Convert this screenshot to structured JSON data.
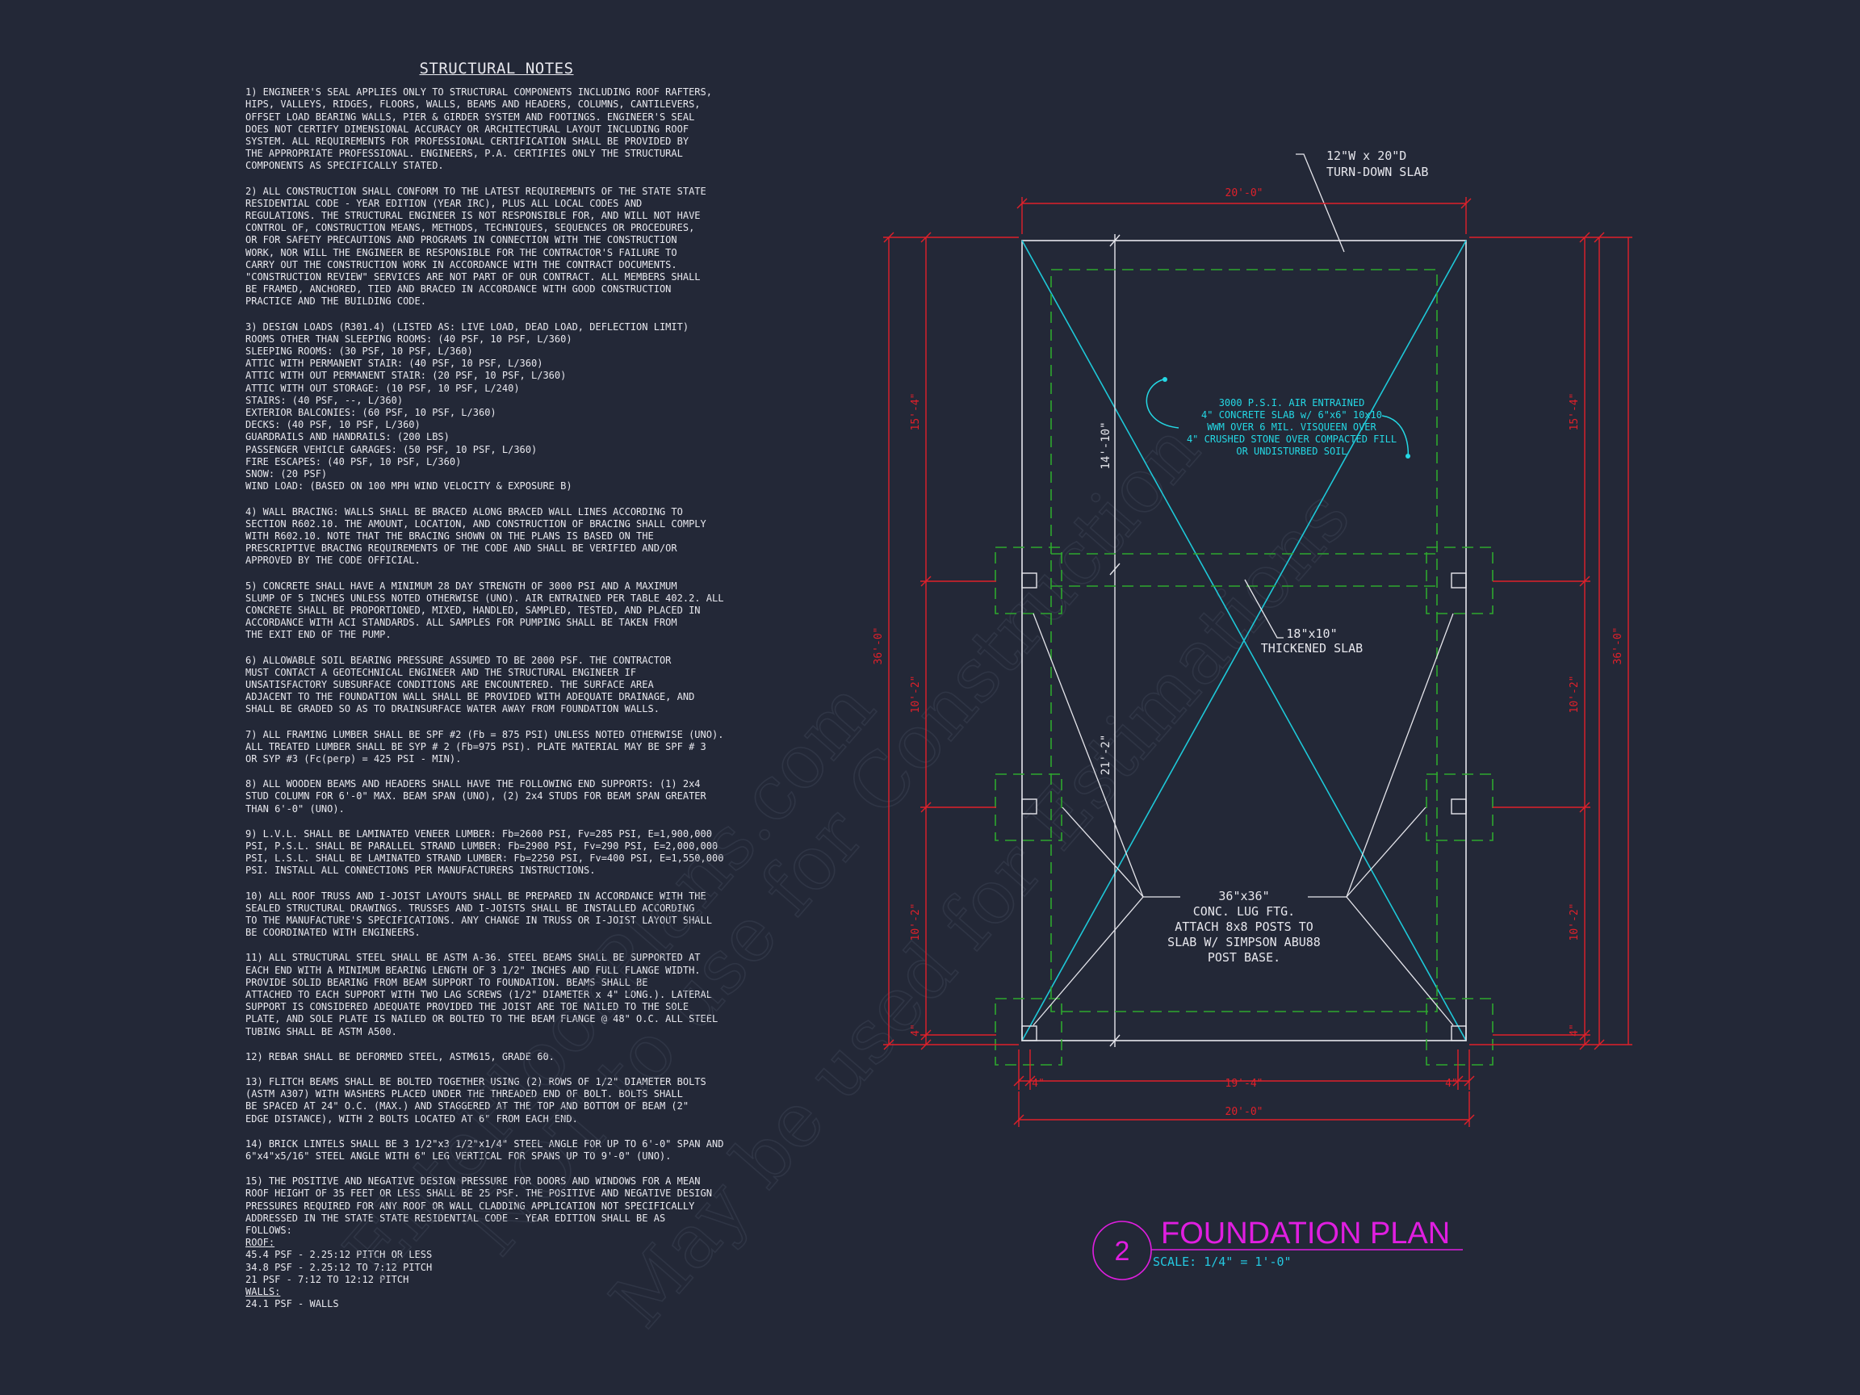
{
  "colors": {
    "background": "#232837",
    "text": "#e8e8ee",
    "dimension": "#e0202a",
    "footing": "#2ea82e",
    "diagonal": "#1ec8d8",
    "slab_note": "#24d8e4",
    "title": "#e01ee0",
    "scale": "#24c8e0"
  },
  "notes": {
    "title": "STRUCTURAL NOTES",
    "items": [
      {
        "lines": [
          "1) ENGINEER'S SEAL APPLIES ONLY TO STRUCTURAL COMPONENTS INCLUDING ROOF RAFTERS,",
          "HIPS, VALLEYS, RIDGES, FLOORS, WALLS, BEAMS AND HEADERS, COLUMNS, CANTILEVERS,",
          "OFFSET LOAD BEARING WALLS, PIER & GIRDER SYSTEM AND FOOTINGS.  ENGINEER'S SEAL",
          "DOES NOT CERTIFY DIMENSIONAL ACCURACY OR ARCHITECTURAL LAYOUT INCLUDING ROOF",
          "SYSTEM. ALL REQUIREMENTS FOR PROFESSIONAL CERTIFICATION SHALL BE PROVIDED BY",
          "THE APPROPRIATE PROFESSIONAL.  ENGINEERS, P.A. CERTIFIES ONLY THE STRUCTURAL",
          "COMPONENTS AS SPECIFICALLY STATED."
        ]
      },
      {
        "lines": [
          "2) ALL CONSTRUCTION SHALL CONFORM TO THE LATEST REQUIREMENTS OF THE STATE STATE",
          "RESIDENTIAL CODE - YEAR EDITION (YEAR IRC), PLUS ALL LOCAL CODES AND",
          "REGULATIONS. THE STRUCTURAL ENGINEER IS NOT RESPONSIBLE FOR, AND WILL NOT HAVE",
          "CONTROL OF, CONSTRUCTION MEANS, METHODS, TECHNIQUES, SEQUENCES OR PROCEDURES,",
          "OR FOR SAFETY PRECAUTIONS AND PROGRAMS IN CONNECTION WITH THE CONSTRUCTION",
          "WORK, NOR WILL THE ENGINEER BE RESPONSIBLE FOR THE CONTRACTOR'S FAILURE TO",
          "CARRY OUT THE CONSTRUCTION WORK IN ACCORDANCE WITH THE CONTRACT DOCUMENTS.",
          "\"CONSTRUCTION REVIEW\" SERVICES ARE NOT PART OF OUR CONTRACT. ALL MEMBERS SHALL",
          "BE FRAMED, ANCHORED, TIED AND BRACED IN ACCORDANCE WITH GOOD CONSTRUCTION",
          "PRACTICE AND THE BUILDING CODE."
        ]
      },
      {
        "lines": [
          "3) DESIGN LOADS (R301.4) (LISTED AS: LIVE LOAD, DEAD LOAD, DEFLECTION LIMIT)",
          "ROOMS OTHER THAN SLEEPING ROOMS: (40 PSF, 10 PSF, L/360)",
          "SLEEPING ROOMS: (30 PSF, 10 PSF, L/360)",
          "ATTIC WITH PERMANENT STAIR: (40 PSF, 10 PSF, L/360)",
          "ATTIC WITH OUT PERMANENT STAIR: (20 PSF, 10 PSF, L/360)",
          "ATTIC WITH OUT STORAGE: (10 PSF, 10 PSF, L/240)",
          "STAIRS: (40 PSF, --, L/360)",
          "EXTERIOR BALCONIES: (60 PSF, 10 PSF, L/360)",
          "DECKS: (40 PSF, 10 PSF, L/360)",
          "GUARDRAILS AND HANDRAILS: (200 LBS)",
          "PASSENGER VEHICLE GARAGES: (50 PSF, 10 PSF, L/360)",
          "FIRE ESCAPES: (40 PSF, 10 PSF, L/360)",
          "SNOW: (20  PSF)",
          "WIND LOAD: (BASED ON 100 MPH WIND VELOCITY & EXPOSURE B)"
        ]
      },
      {
        "lines": [
          "4) WALL BRACING:  WALLS SHALL BE BRACED ALONG BRACED WALL LINES ACCORDING TO",
          "SECTION R602.10. THE AMOUNT, LOCATION, AND CONSTRUCTION OF BRACING SHALL COMPLY",
          "WITH R602.10. NOTE THAT THE BRACING SHOWN ON THE PLANS IS BASED ON THE",
          "PRESCRIPTIVE BRACING REQUIREMENTS OF THE CODE AND SHALL BE VERIFIED AND/OR",
          "APPROVED BY THE CODE OFFICIAL."
        ]
      },
      {
        "lines": [
          "5) CONCRETE SHALL HAVE A MINIMUM 28 DAY STRENGTH OF 3000 PSI AND A MAXIMUM",
          "SLUMP OF 5 INCHES UNLESS NOTED OTHERWISE (UNO). AIR ENTRAINED PER TABLE 402.2. ALL",
          "CONCRETE SHALL BE PROPORTIONED, MIXED, HANDLED, SAMPLED, TESTED, AND PLACED IN",
          "ACCORDANCE WITH ACI STANDARDS. ALL SAMPLES FOR PUMPING SHALL BE TAKEN FROM",
          "THE EXIT END OF THE PUMP."
        ]
      },
      {
        "lines": [
          "6) ALLOWABLE SOIL BEARING PRESSURE ASSUMED TO BE 2000 PSF. THE CONTRACTOR",
          "MUST CONTACT A GEOTECHNICAL ENGINEER AND THE STRUCTURAL ENGINEER IF",
          "UNSATISFACTORY SUBSURFACE CONDITIONS ARE ENCOUNTERED. THE SURFACE AREA",
          "ADJACENT TO THE FOUNDATION WALL SHALL BE PROVIDED WITH ADEQUATE DRAINAGE, AND",
          "SHALL BE GRADED SO AS TO DRAINSURFACE WATER AWAY FROM FOUNDATION WALLS."
        ]
      },
      {
        "lines": [
          "7) ALL FRAMING LUMBER SHALL BE SPF #2 (Fb = 875 PSI) UNLESS NOTED OTHERWISE (UNO).",
          "ALL TREATED LUMBER SHALL BE SYP # 2 (Fb=975 PSI). PLATE MATERIAL MAY BE SPF # 3",
          "OR SYP #3 (Fc(perp) = 425 PSI - MIN)."
        ]
      },
      {
        "lines": [
          "8) ALL WOODEN BEAMS AND HEADERS SHALL HAVE THE FOLLOWING END SUPPORTS: (1) 2x4",
          "STUD COLUMN FOR 6'-0\" MAX. BEAM SPAN (UNO), (2) 2x4 STUDS FOR BEAM SPAN GREATER",
          "THAN 6'-0\" (UNO)."
        ]
      },
      {
        "lines": [
          "9) L.V.L.  SHALL BE LAMINATED VENEER LUMBER: Fb=2600 PSI, Fv=285 PSI, E=1,900,000",
          "PSI, P.S.L.  SHALL BE PARALLEL STRAND LUMBER: Fb=2900 PSI, Fv=290 PSI, E=2,000,000",
          "PSI, L.S.L.  SHALL BE LAMINATED STRAND LUMBER: Fb=2250 PSI, Fv=400 PSI, E=1,550,000",
          "PSI. INSTALL ALL CONNECTIONS PER MANUFACTURERS INSTRUCTIONS."
        ]
      },
      {
        "lines": [
          "10) ALL ROOF TRUSS AND I-JOIST LAYOUTS SHALL BE PREPARED IN ACCORDANCE WITH THE",
          "SEALED STRUCTURAL DRAWINGS. TRUSSES AND I-JOISTS SHALL BE INSTALLED ACCORDING",
          "TO THE MANUFACTURE'S SPECIFICATIONS. ANY CHANGE IN TRUSS OR I-JOIST LAYOUT SHALL",
          "BE COORDINATED WITH  ENGINEERS."
        ]
      },
      {
        "lines": [
          "11) ALL STRUCTURAL STEEL SHALL BE ASTM A-36. STEEL BEAMS SHALL BE SUPPORTED AT",
          "EACH END WITH A MINIMUM BEARING LENGTH OF 3 1/2\" INCHES AND FULL FLANGE WIDTH.",
          "PROVIDE SOLID BEARING FROM BEAM SUPPORT TO FOUNDATION.  BEAMS SHALL BE",
          "ATTACHED TO EACH SUPPORT WITH TWO LAG SCREWS (1/2\" DIAMETER x 4\" LONG.). LATERAL",
          "SUPPORT IS CONSIDERED ADEQUATE PROVIDED THE JOIST ARE TOE NAILED TO THE SOLE",
          "PLATE, AND SOLE PLATE IS NAILED OR BOLTED TO THE BEAM FLANGE @ 48\" O.C. ALL STEEL",
          "TUBING SHALL BE ASTM A500."
        ]
      },
      {
        "lines": [
          "12) REBAR SHALL BE DEFORMED STEEL, ASTM615, GRADE 60."
        ]
      },
      {
        "lines": [
          "13) FLITCH BEAMS SHALL BE BOLTED TOGETHER USING (2) ROWS OF 1/2\" DIAMETER BOLTS",
          "(ASTM A307) WITH WASHERS PLACED UNDER THE THREADED END OF BOLT.  BOLTS SHALL",
          "BE SPACED AT 24\" O.C. (MAX.) AND STAGGERED AT THE TOP AND BOTTOM OF BEAM (2\"",
          "EDGE DISTANCE), WITH 2 BOLTS LOCATED AT 6\" FROM EACH END."
        ]
      },
      {
        "lines": [
          "14) BRICK LINTELS SHALL BE 3 1/2\"x3 1/2\"x1/4\" STEEL ANGLE FOR UP TO 6'-0\" SPAN AND",
          "6\"x4\"x5/16\" STEEL ANGLE WITH 6\" LEG VERTICAL FOR SPANS UP TO 9'-0\" (UNO)."
        ]
      },
      {
        "lines": [
          "15) THE POSITIVE AND NEGATIVE DESIGN PRESSURE FOR DOORS AND WINDOWS FOR A MEAN",
          "ROOF HEIGHT OF 35 FEET OR LESS SHALL BE 25 PSF. THE POSITIVE AND NEGATIVE DESIGN",
          "PRESSURES REQUIRED FOR ANY ROOF OR WALL CLADDING APPLICATION NOT SPECIFICALLY",
          "ADDRESSED IN THE STATE STATE RESIDENTIAL CODE - YEAR EDITION SHALL BE AS",
          "FOLLOWS:"
        ],
        "sub": [
          {
            "text": "ROOF:",
            "underline": true
          },
          {
            "text": "45.4 PSF - 2.25:12 PITCH OR LESS"
          },
          {
            "text": "34.8 PSF - 2.25:12 TO 7:12 PITCH"
          },
          {
            "text": "21 PSF - 7:12 TO 12:12 PITCH"
          },
          {
            "text": "WALLS:",
            "underline": true
          },
          {
            "text": "24.1 PSF - WALLS"
          }
        ]
      }
    ]
  },
  "plan": {
    "callouts": {
      "turn_down": [
        "12\"W x 20\"D",
        "TURN-DOWN SLAB"
      ],
      "slab_spec": [
        "3000 P.S.I. AIR ENTRAINED",
        "4\" CONCRETE SLAB w/ 6\"x6\" 10x10",
        "WWM OVER 6 MIL. VISQUEEN OVER",
        "4\" CRUSHED STONE OVER COMPACTED FILL",
        "OR UNDISTURBED SOIL"
      ],
      "thickened": [
        "18\"x10\"",
        "THICKENED SLAB"
      ],
      "footing": [
        "36\"x36\"",
        "CONC. LUG FTG.",
        "ATTACH 8x8 POSTS TO",
        "SLAB W/ SIMPSON ABU88",
        "POST BASE."
      ]
    },
    "dims": {
      "top_width": "20'-0\"",
      "bottom_overall": "20'-0\"",
      "bottom_mid": "19'-4\"",
      "bottom_left_edge": "4\"",
      "bottom_right_edge": "4\"",
      "left_overall": "36'-0\"",
      "left_seg1": "15'-4\"",
      "left_seg2": "10'-2\"",
      "left_seg3": "10'-2\"",
      "left_seg4": "4\"",
      "right_overall": "36'-0\"",
      "right_seg1": "15'-4\"",
      "right_seg2": "10'-2\"",
      "right_seg3": "10'-2\"",
      "right_seg4": "4\"",
      "inner_upper": "14'-10\"",
      "inner_lower": "21'-2\""
    },
    "title_block": {
      "number": "2",
      "title": "FOUNDATION PLAN",
      "scale": "SCALE: 1/4\" = 1'-0\""
    }
  }
}
